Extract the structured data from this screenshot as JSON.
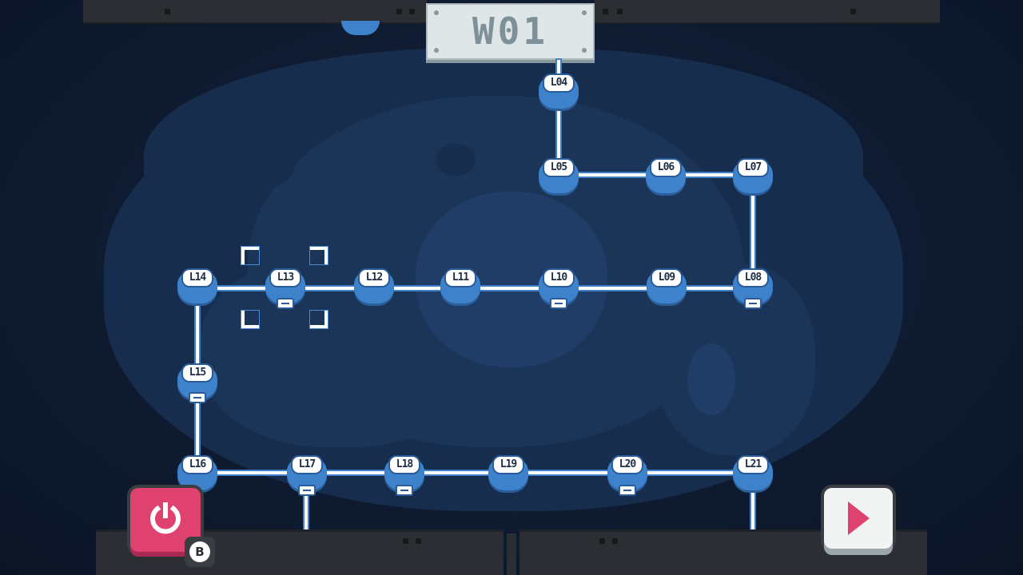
{
  "world": {
    "title": "W01"
  },
  "levels": [
    {
      "id": "L04"
    },
    {
      "id": "L05"
    },
    {
      "id": "L06"
    },
    {
      "id": "L07"
    },
    {
      "id": "L08"
    },
    {
      "id": "L09"
    },
    {
      "id": "L10"
    },
    {
      "id": "L11"
    },
    {
      "id": "L12"
    },
    {
      "id": "L13"
    },
    {
      "id": "L14"
    },
    {
      "id": "L15"
    },
    {
      "id": "L16"
    },
    {
      "id": "L17"
    },
    {
      "id": "L18"
    },
    {
      "id": "L19"
    },
    {
      "id": "L20"
    },
    {
      "id": "L21"
    }
  ],
  "selected_level": "L13",
  "controls": {
    "quit_key": "B",
    "quit_icon": "power-icon",
    "play_icon": "play-icon"
  },
  "colors": {
    "accent": "#e0426f",
    "node": "#3f82cc",
    "path": "#ffffff",
    "background": "#0e1a2e"
  }
}
